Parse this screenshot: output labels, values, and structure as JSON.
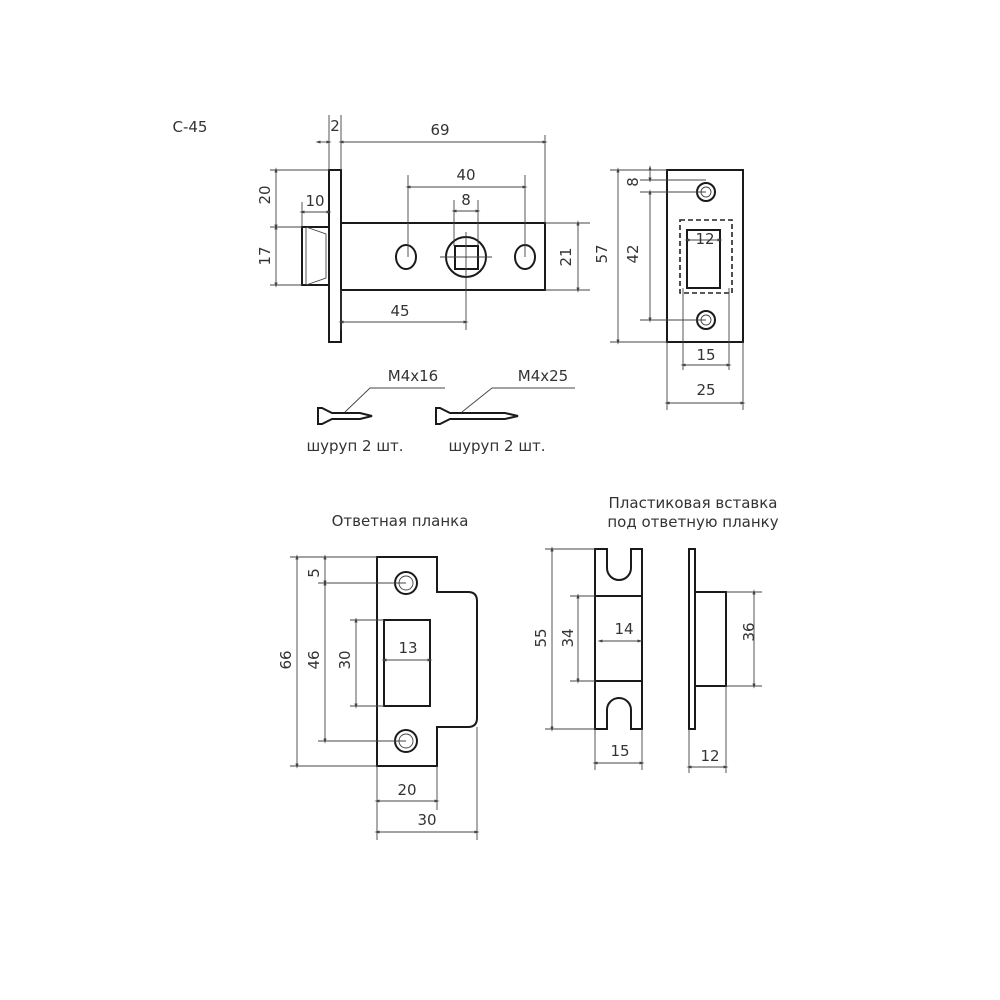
{
  "model": "С-45",
  "latch": {
    "dims": {
      "plate_thickness": "2",
      "length": "69",
      "holes": "40",
      "spindle": "8",
      "bolt": "10",
      "offset_top": "20",
      "bolt_height": "17",
      "body_height": "21",
      "backset": "45"
    }
  },
  "faceplate": {
    "dims": {
      "hole_offset": "8",
      "hole_spacing": "42",
      "height": "57",
      "window": "12",
      "inner_width": "15",
      "width": "25"
    }
  },
  "screws": [
    {
      "size": "M4x16",
      "caption": "шуруп 2 шт."
    },
    {
      "size": "M4x25",
      "caption": "шуруп 2 шт."
    }
  ],
  "strike_plate": {
    "title": "Ответная планка",
    "dims": {
      "height": "66",
      "hole_offset": "5",
      "hole_spacing": "46",
      "window_height": "30",
      "window_width": "13",
      "plate_width": "20",
      "total_width": "30"
    }
  },
  "insert": {
    "title_line1": "Пластиковая вставка",
    "title_line2": "под ответную планку",
    "dims": {
      "height": "55",
      "box_height": "34",
      "box_width": "14",
      "width": "15",
      "side_height": "36",
      "depth": "12"
    }
  }
}
